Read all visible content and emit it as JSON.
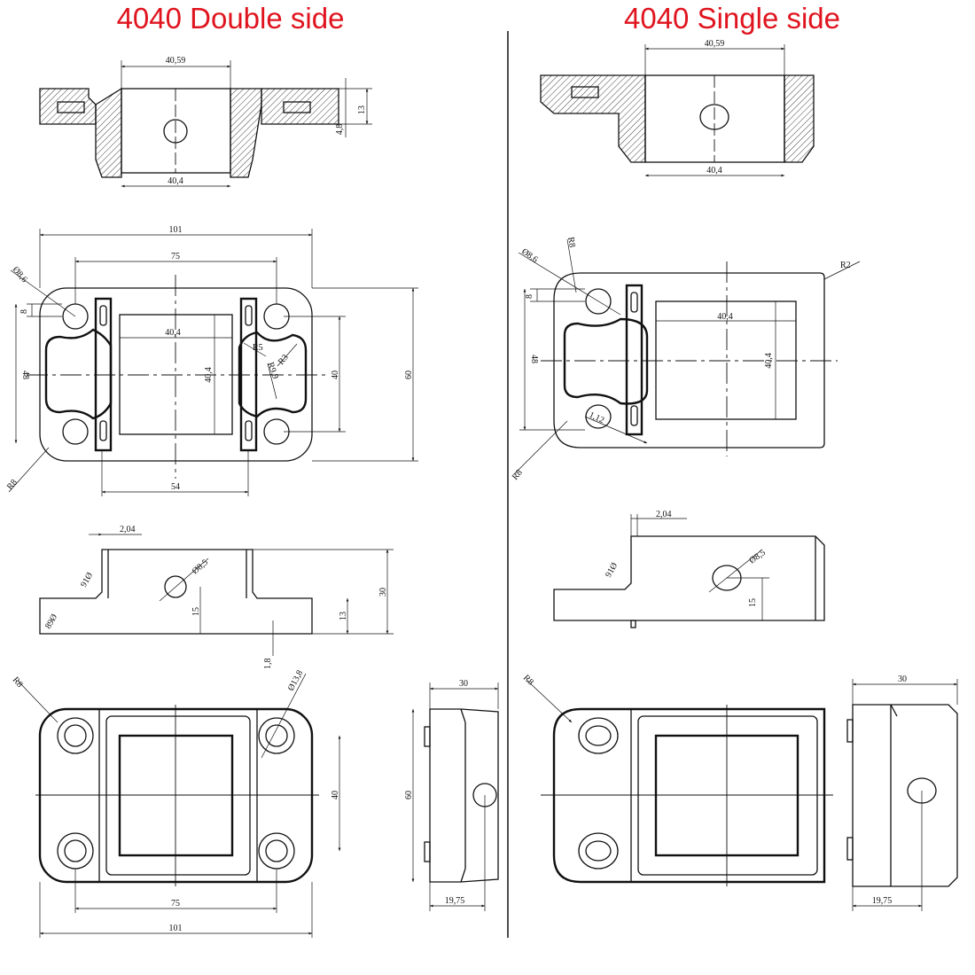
{
  "titles": {
    "left": "4040 Double side",
    "right": "4040 Single side"
  },
  "title_color": "#e0141e",
  "left": {
    "section": {
      "top_width": "40,59",
      "bottom_width": "40,4",
      "height": "13",
      "step": "4,8"
    },
    "plate": {
      "width": "101",
      "hole_spacing": "75",
      "hole_dia": "Ø8,6",
      "offset": "8",
      "height_holes": "48",
      "square_w": "40,4",
      "square_h": "40,4",
      "r5": "R5",
      "r3": "R3",
      "r99": "R9,9",
      "inner": "40",
      "height": "60",
      "corner": "R8",
      "slot_spacing": "54"
    },
    "side": {
      "wall": "2,04",
      "angle_top": "91Ø",
      "hole": "Ø8,5",
      "hole_height": "15",
      "flange": "13",
      "height": "30",
      "angle_bottom": "89Ø",
      "pin": "1,8"
    },
    "bottom": {
      "corner": "R8",
      "boss": "Ø13,8",
      "height": "60",
      "inner": "40",
      "spacing": "75",
      "width": "101",
      "depth": "30",
      "hole_pos": "19,75"
    }
  },
  "right": {
    "section": {
      "top_width": "40,59",
      "bottom_width": "40,4"
    },
    "plate": {
      "r8_top": "R8",
      "hole_dia": "Ø8,6",
      "corner": "R2",
      "offset": "8",
      "height_holes": "48",
      "square_w": "40,4",
      "square_h": "40,4",
      "slot": "1,12",
      "corner_bottom": "R8"
    },
    "side": {
      "wall": "2,04",
      "angle": "91Ø",
      "hole": "Ø8,5",
      "hole_height": "15"
    },
    "bottom": {
      "corner": "R8",
      "depth": "30",
      "hole_pos": "19,75"
    }
  }
}
